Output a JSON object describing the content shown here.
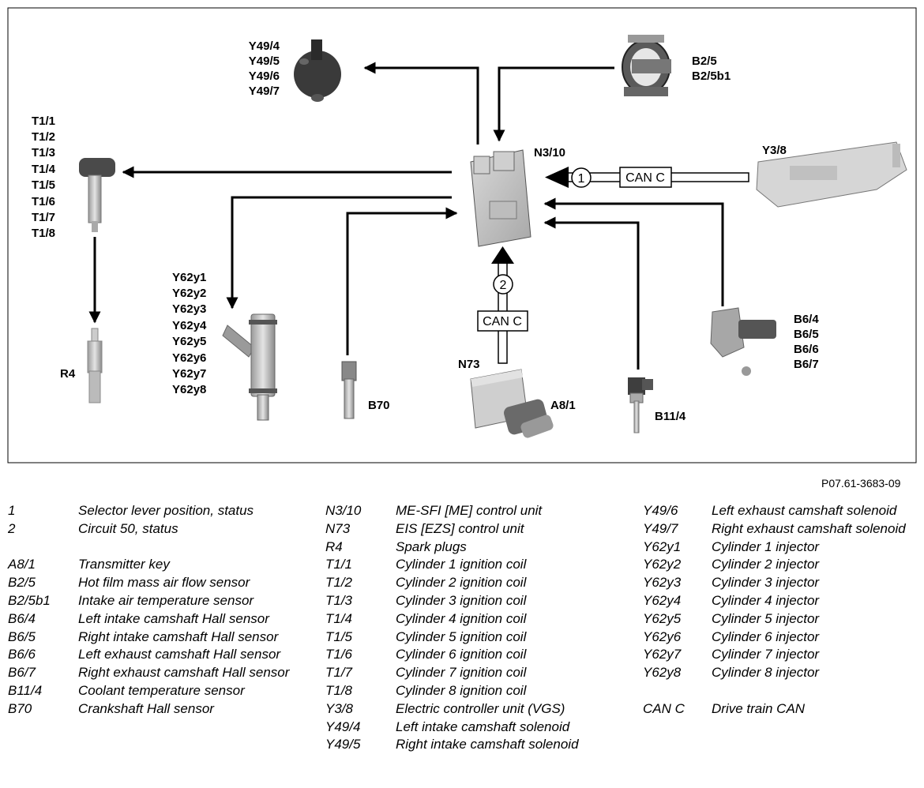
{
  "figure_id": "P07.61-3683-09",
  "diagram": {
    "central_unit": "N3/10",
    "bus_label_1": "CAN C",
    "bus_label_2": "CAN C",
    "signal_1": "1",
    "signal_2": "2",
    "ign_coils": [
      "T1/1",
      "T1/2",
      "T1/3",
      "T1/4",
      "T1/5",
      "T1/6",
      "T1/7",
      "T1/8"
    ],
    "solenoids": [
      "Y49/4",
      "Y49/5",
      "Y49/6",
      "Y49/7"
    ],
    "maf": [
      "B2/5",
      "B2/5b1"
    ],
    "y3_8": "Y3/8",
    "cam_sensors": [
      "B6/4",
      "B6/5",
      "B6/6",
      "B6/7"
    ],
    "injectors": [
      "Y62y1",
      "Y62y2",
      "Y62y3",
      "Y62y4",
      "Y62y5",
      "Y62y6",
      "Y62y7",
      "Y62y8"
    ],
    "spark_plug": "R4",
    "crank_sensor": "B70",
    "eis": "N73",
    "key": "A8/1",
    "coolant_sensor": "B11/4"
  },
  "legend": {
    "col1": [
      {
        "code": "1",
        "desc": "Selector lever position, status"
      },
      {
        "code": "2",
        "desc": "Circuit 50, status"
      },
      {
        "gap": true
      },
      {
        "code": "A8/1",
        "desc": "Transmitter key"
      },
      {
        "code": "B2/5",
        "desc": "Hot film mass air flow sensor"
      },
      {
        "code": "B2/5b1",
        "desc": "Intake air temperature sensor"
      },
      {
        "code": "B6/4",
        "desc": "Left intake camshaft Hall sensor"
      },
      {
        "code": "B6/5",
        "desc": "Right intake camshaft Hall sensor"
      },
      {
        "code": "B6/6",
        "desc": "Left exhaust camshaft Hall sensor"
      },
      {
        "code": "B6/7",
        "desc": "Right exhaust camshaft Hall sensor"
      },
      {
        "code": "B11/4",
        "desc": "Coolant temperature sensor"
      },
      {
        "code": "B70",
        "desc": "Crankshaft Hall sensor"
      }
    ],
    "col2": [
      {
        "code": "N3/10",
        "desc": "ME-SFI [ME] control unit"
      },
      {
        "code": "N73",
        "desc": "EIS [EZS] control unit"
      },
      {
        "code": "R4",
        "desc": "Spark plugs"
      },
      {
        "code": "T1/1",
        "desc": "Cylinder 1 ignition coil"
      },
      {
        "code": "T1/2",
        "desc": "Cylinder 2 ignition coil"
      },
      {
        "code": "T1/3",
        "desc": "Cylinder 3 ignition coil"
      },
      {
        "code": "T1/4",
        "desc": "Cylinder 4 ignition coil"
      },
      {
        "code": "T1/5",
        "desc": "Cylinder 5 ignition coil"
      },
      {
        "code": "T1/6",
        "desc": "Cylinder 6 ignition coil"
      },
      {
        "code": "T1/7",
        "desc": "Cylinder 7 ignition coil"
      },
      {
        "code": "T1/8",
        "desc": "Cylinder 8 ignition coil"
      },
      {
        "code": "Y3/8",
        "desc": "Electric controller unit (VGS)"
      },
      {
        "code": "Y49/4",
        "desc": "Left intake camshaft solenoid"
      },
      {
        "code": "Y49/5",
        "desc": "Right intake camshaft solenoid"
      }
    ],
    "col3": [
      {
        "code": "Y49/6",
        "desc": "Left exhaust camshaft solenoid"
      },
      {
        "code": "Y49/7",
        "desc": "Right exhaust camshaft solenoid"
      },
      {
        "code": "Y62y1",
        "desc": "Cylinder 1 injector"
      },
      {
        "code": "Y62y2",
        "desc": "Cylinder 2 injector"
      },
      {
        "code": "Y62y3",
        "desc": "Cylinder 3 injector"
      },
      {
        "code": "Y62y4",
        "desc": "Cylinder 4 injector"
      },
      {
        "code": "Y62y5",
        "desc": "Cylinder 5 injector"
      },
      {
        "code": "Y62y6",
        "desc": "Cylinder 6 injector"
      },
      {
        "code": "Y62y7",
        "desc": "Cylinder 7 injector"
      },
      {
        "code": "Y62y8",
        "desc": "Cylinder 8 injector"
      },
      {
        "gap": true
      },
      {
        "code": "CAN C",
        "desc": "Drive train CAN"
      }
    ]
  }
}
